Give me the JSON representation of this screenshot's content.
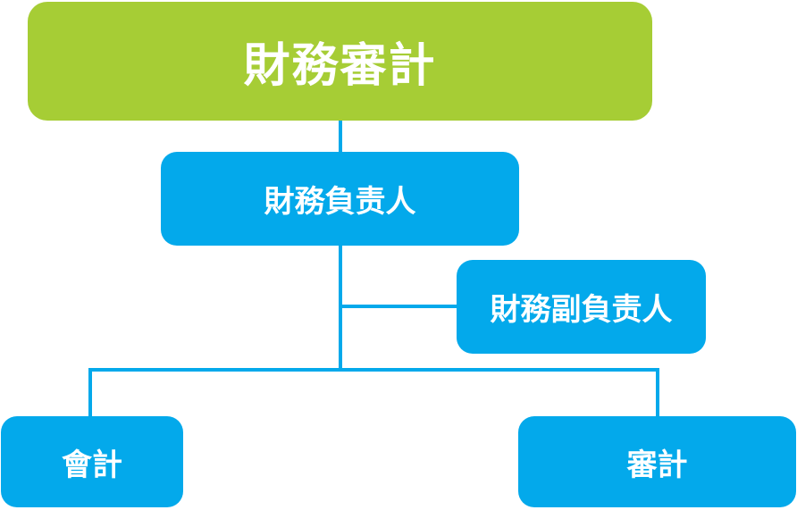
{
  "colors": {
    "root_fill": "#a6cd35",
    "node_fill": "#03a9eb",
    "connector": "#03a9eb",
    "text": "#ffffff"
  },
  "nodes": {
    "root": {
      "label": "財務審計"
    },
    "head": {
      "label": "財務負责人"
    },
    "deputy": {
      "label": "財務副負责人"
    },
    "accounting": {
      "label": "會計"
    },
    "audit": {
      "label": "審計"
    }
  }
}
